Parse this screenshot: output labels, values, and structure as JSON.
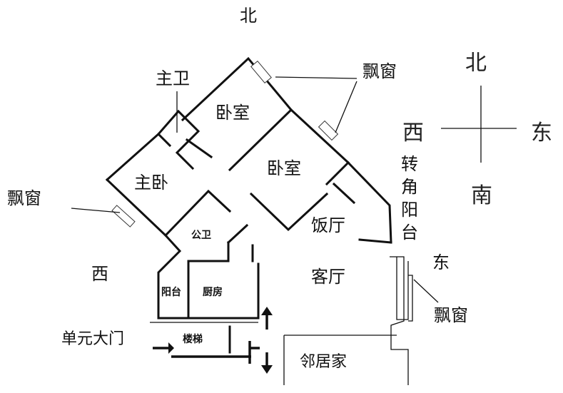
{
  "directions": {
    "north_top": "北",
    "west": "西",
    "east": "东"
  },
  "compass": {
    "north": "北",
    "south": "南",
    "east": "东",
    "west": "西"
  },
  "rooms": {
    "master_bath": "主卫",
    "bedroom_1": "卧室",
    "bedroom_2": "卧室",
    "master_bedroom": "主卧",
    "public_bath": "公卫",
    "dining": "饭厅",
    "living": "客厅",
    "balcony": "阳台",
    "kitchen": "厨房",
    "stairs": "楼梯",
    "neighbor": "邻居家"
  },
  "annotations": {
    "bay_window_top": "飘窗",
    "bay_window_left": "飘窗",
    "bay_window_right": "飘窗",
    "corner_balcony": [
      "转",
      "角",
      "阳",
      "台"
    ],
    "unit_entrance": "单元大门"
  }
}
